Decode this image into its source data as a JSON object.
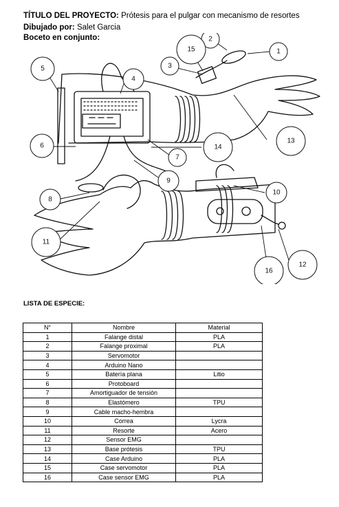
{
  "header": {
    "title_label": "TÍTULO DEL PROYECTO:",
    "title_value": "Prótesis para el pulgar con mecanismo de resortes",
    "author_label": "Dibujado por:",
    "author_value": "Salet Garcia",
    "sketch_label": "Boceto en conjunto:"
  },
  "callouts": [
    "1",
    "2",
    "3",
    "4",
    "5",
    "6",
    "7",
    "8",
    "9",
    "10",
    "11",
    "12",
    "13",
    "14",
    "15",
    "16"
  ],
  "species_list": {
    "title": "LISTA DE ESPECIE:",
    "columns": [
      "N°",
      "Nombre",
      "Material"
    ],
    "rows": [
      [
        "1",
        "Falange distal",
        "PLA"
      ],
      [
        "2",
        "Falange proximal",
        "PLA"
      ],
      [
        "3",
        "Servomotor",
        ""
      ],
      [
        "4",
        "Arduino Nano",
        ""
      ],
      [
        "5",
        "Batería plana",
        "Litio"
      ],
      [
        "6",
        "Protoboard",
        ""
      ],
      [
        "7",
        "Amortiguador de tensión",
        ""
      ],
      [
        "8",
        "Elastómero",
        "TPU"
      ],
      [
        "9",
        "Cable macho-hembra",
        ""
      ],
      [
        "10",
        "Correa",
        "Lycra"
      ],
      [
        "11",
        "Resorte",
        "Acero"
      ],
      [
        "12",
        "Sensor EMG",
        ""
      ],
      [
        "13",
        "Base prótesis",
        "TPU"
      ],
      [
        "14",
        "Case Arduino",
        "PLA"
      ],
      [
        "15",
        "Case servomotor",
        "PLA"
      ],
      [
        "16",
        "Case sensor EMG",
        "PLA"
      ]
    ]
  }
}
